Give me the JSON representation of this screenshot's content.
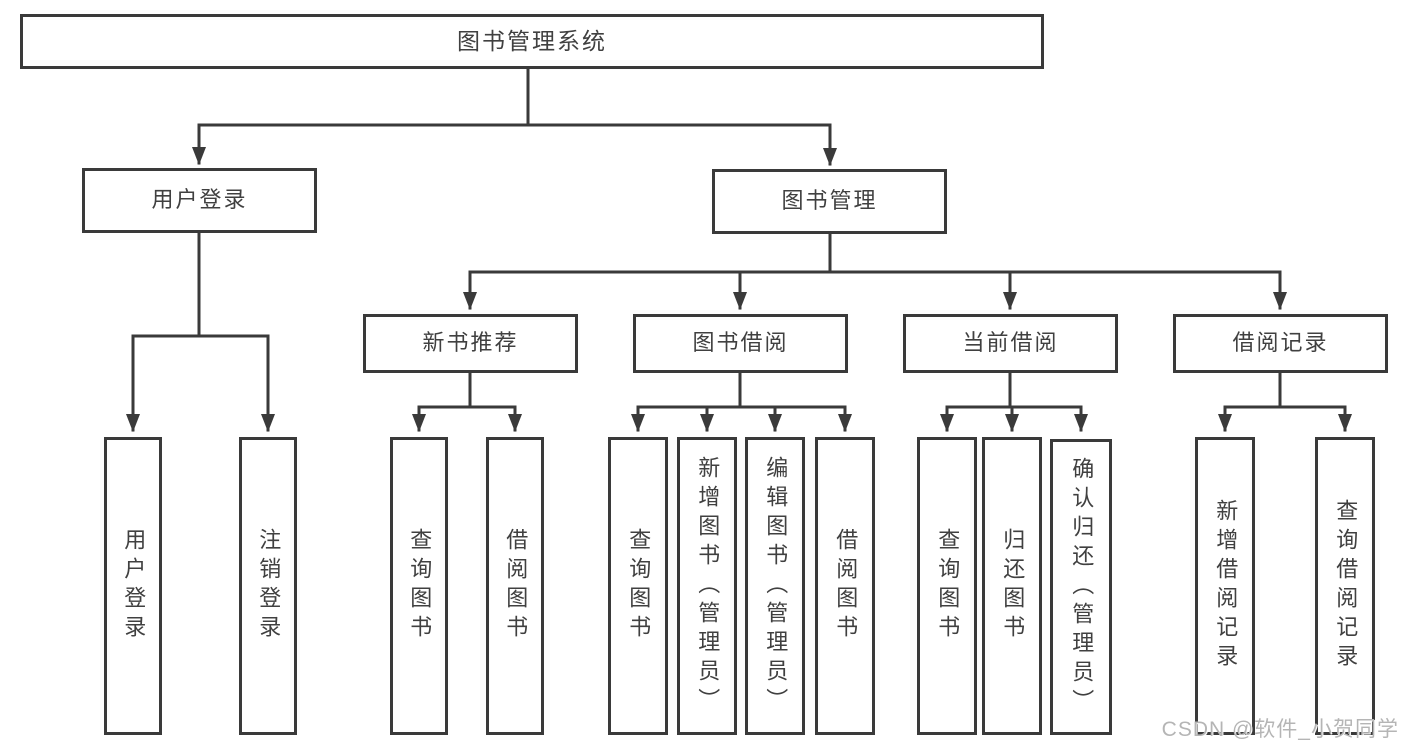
{
  "diagram": {
    "title": "图书管理系统",
    "tree": {
      "root": "图书管理系统",
      "user_branch": {
        "label": "用户登录",
        "children": [
          "用户登录",
          "注销登录"
        ]
      },
      "mgmt_branch": {
        "label": "图书管理",
        "sections": [
          {
            "label": "新书推荐",
            "children": [
              "查询图书",
              "借阅图书"
            ]
          },
          {
            "label": "图书借阅",
            "children": [
              "查询图书",
              "新增图书（管理员）",
              "编辑图书（管理员）",
              "借阅图书"
            ]
          },
          {
            "label": "当前借阅",
            "children": [
              "查询图书",
              "归还图书",
              "确认归还（管理员）"
            ]
          },
          {
            "label": "借阅记录",
            "children": [
              "新增借阅记录",
              "查询借阅记录"
            ]
          }
        ]
      }
    },
    "colors": {
      "line": "#3a3a3a",
      "text": "#404040",
      "background": "#ffffff",
      "watermark": "#b5b5b5"
    }
  },
  "watermark": "CSDN @软件_小贺同学"
}
